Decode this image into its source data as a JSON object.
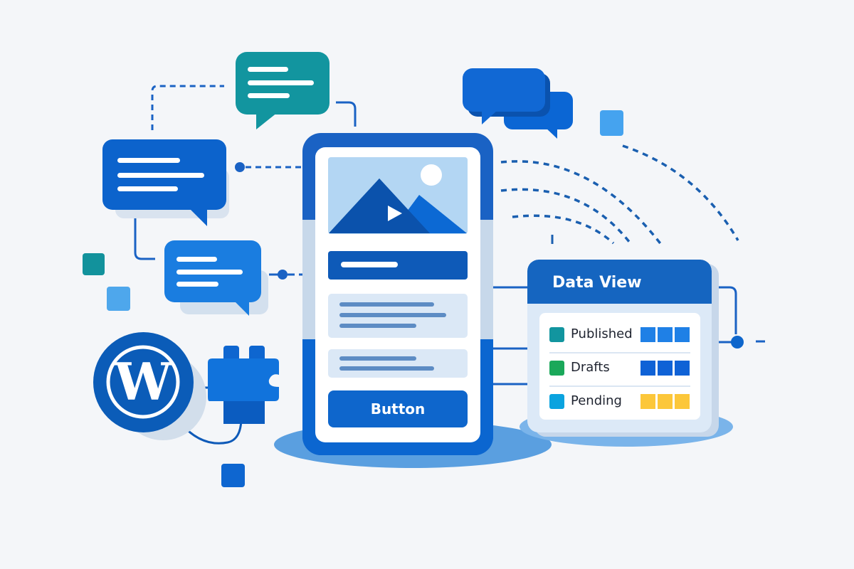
{
  "illustration": {
    "theme": "WordPress plugin UI with chat bubbles and a data view panel",
    "colors": {
      "background": "#f4f6f9",
      "primary_blue": "#1565c0",
      "bright_blue": "#0e66cc",
      "light_blue": "#b3d6f3",
      "teal": "#12959f",
      "green": "#1aa85a",
      "cyan": "#0aa3df",
      "yellow": "#fcc73a"
    }
  },
  "phone": {
    "hero_icon": "play-icon",
    "button_label": "Button"
  },
  "data_view": {
    "title": "Data View",
    "rows": [
      {
        "label": "Published",
        "indicator_color": "#12959f",
        "block_color": "#1f80e6"
      },
      {
        "label": "Drafts",
        "indicator_color": "#1aa85a",
        "block_color": "#0f62d6"
      },
      {
        "label": "Pending",
        "indicator_color": "#0aa3df",
        "block_color": "#fcc73a"
      }
    ]
  },
  "icons": {
    "wordpress": "wordpress-logo-icon",
    "plugin": "puzzle-piece-icon",
    "chat": "chat-bubble-icon"
  }
}
